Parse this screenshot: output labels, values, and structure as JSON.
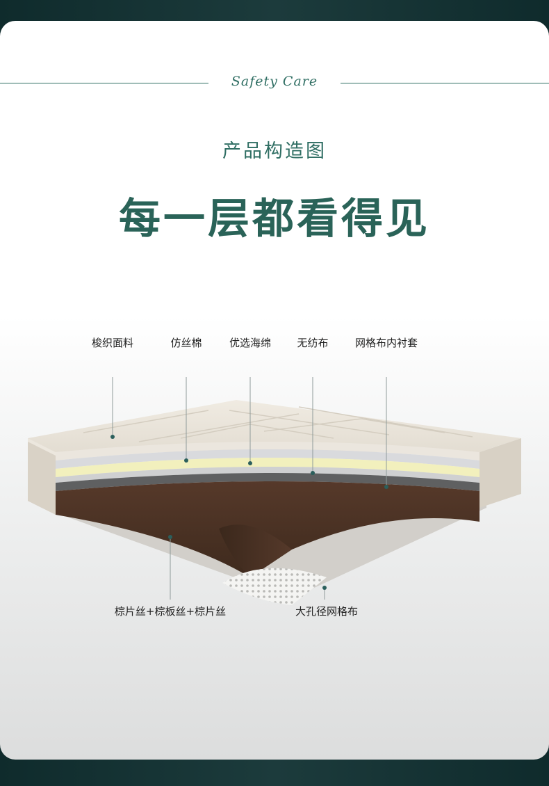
{
  "header": {
    "eyebrow": "Safety Care",
    "subtitle": "产品构造图",
    "title": "每一层都看得见"
  },
  "layers": {
    "top": [
      {
        "label": "梭织面料"
      },
      {
        "label": "仿丝棉"
      },
      {
        "label": "优选海绵"
      },
      {
        "label": "无纺布"
      },
      {
        "label": "网格布内衬套"
      }
    ],
    "bottom": [
      {
        "label": "棕片丝+棕板丝+棕片丝"
      },
      {
        "label": "大孔径网格布"
      }
    ]
  },
  "colors": {
    "accent": "#2f6e63",
    "title": "#2a6358",
    "background": "#15302f",
    "coir": "#4a3322",
    "foam": "#f2f0bd",
    "fabric": "#e8e2d8"
  }
}
